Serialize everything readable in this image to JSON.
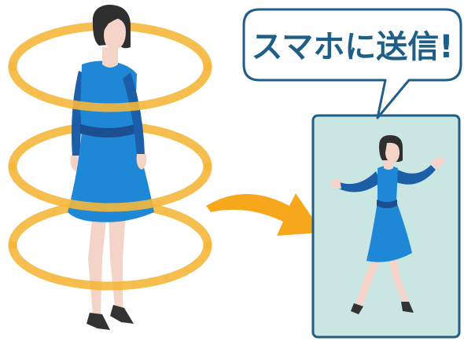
{
  "speech_bubble": {
    "text": "スマホに送信!"
  },
  "colors": {
    "ring": "#F5B73B",
    "arrow": "#F7A71C",
    "dress": "#1E88D6",
    "sleeve": "#1C5FA8",
    "belt": "#1D4E8F",
    "skin": "#F4D4C8",
    "hair": "#2F2F2F",
    "shoe": "#333333",
    "screen_bg": "#C9E6E3",
    "screen_border": "#1F5E86",
    "bubble_text": "#1F5E86",
    "bubble_border": "#1F5E86"
  },
  "icons": [
    "scan-ring",
    "curved-arrow",
    "smartphone-screen",
    "speech-bubble"
  ]
}
